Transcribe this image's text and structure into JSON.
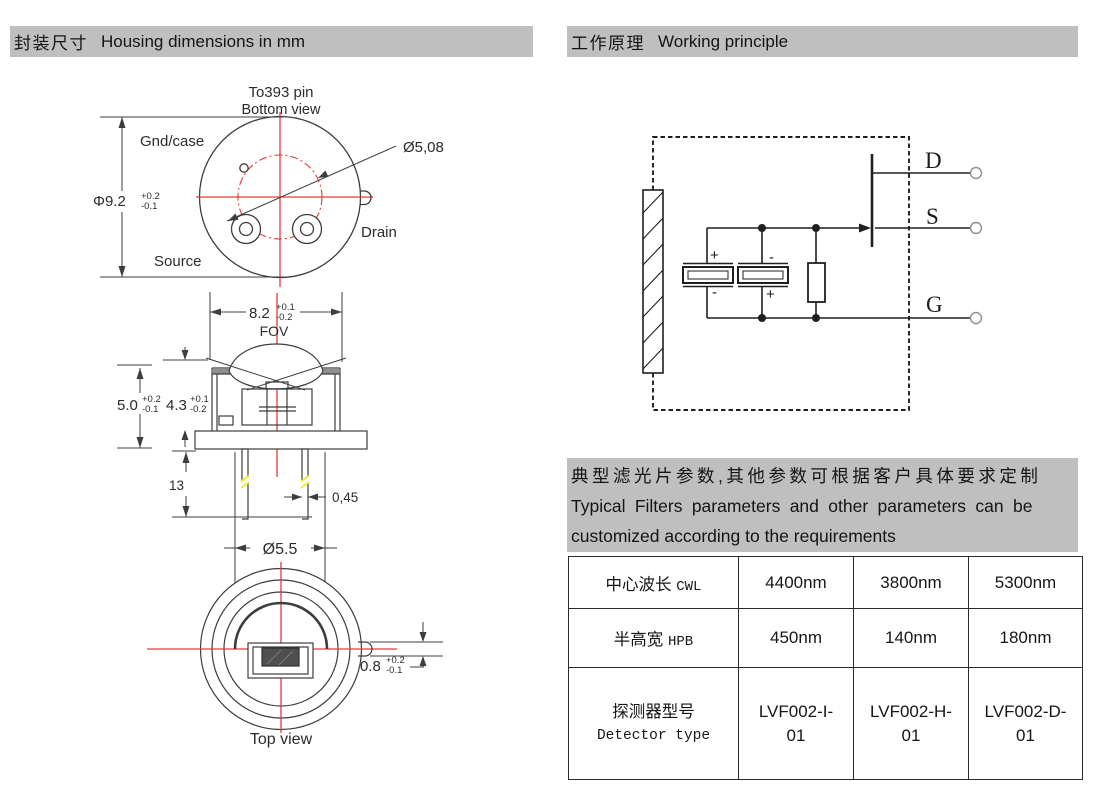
{
  "colors": {
    "header_bg": "#bfbfbf",
    "line": "#3d3d3d",
    "red": "#e23c36",
    "yellow": "#f2ee3a",
    "chip": "#4f4f4f"
  },
  "left": {
    "header_zh": "封装尺寸",
    "header_en": "Housing dimensions in mm",
    "bottom_view": {
      "title1": "To393 pin",
      "title2": "Bottom view",
      "gnd": "Gnd/case",
      "drain": "Drain",
      "source": "Source",
      "pin_circle_dia": "Ø5,08",
      "body_dia": "Φ9.2",
      "body_dia_plus": "+0.2",
      "body_dia_minus": "-0.1"
    },
    "side_view": {
      "fov_width": "8.2",
      "fov_width_plus": "+0.1",
      "fov_width_minus": "-0.2",
      "fov_label": "FOV",
      "total_h": "5.0",
      "total_h_plus": "+0.2",
      "total_h_minus": "-0.1",
      "cap_h": "4.3",
      "cap_h_plus": "+0.1",
      "cap_h_minus": "-0.2",
      "lead_len": "13",
      "lead_w": "0,45"
    },
    "top_view": {
      "window_dia": "Ø5.5",
      "tab_w": "0.8",
      "tab_w_plus": "+0.2",
      "tab_w_minus": "-0.1",
      "caption": "Top view"
    }
  },
  "right": {
    "header_zh": "工作原理",
    "header_en": "Working principle",
    "circuit": {
      "terminal_d": "D",
      "terminal_s": "S",
      "terminal_g": "G",
      "el1_plus": "+",
      "el1_minus": "-",
      "el2_minus": "-",
      "el2_plus": "+"
    },
    "note_zh": "典型滤光片参数,其他参数可根据客户具体要求定制",
    "note_en1": "Typical Filters parameters and other parameters can be",
    "note_en2": "customized according to the requirements",
    "table": {
      "r1_zh": "中心波长",
      "r1_en": "CWL",
      "r1v1": "4400nm",
      "r1v2": "3800nm",
      "r1v3": "5300nm",
      "r2_zh": "半高宽",
      "r2_en": "HPB",
      "r2v1": "450nm",
      "r2v2": "140nm",
      "r2v3": "180nm",
      "r3_zh": "探测器型号",
      "r3_en": "Detector type",
      "r3v1a": "LVF002-I-",
      "r3v1b": "01",
      "r3v2a": "LVF002-H-",
      "r3v2b": "01",
      "r3v3a": "LVF002-D-",
      "r3v3b": "01"
    }
  }
}
